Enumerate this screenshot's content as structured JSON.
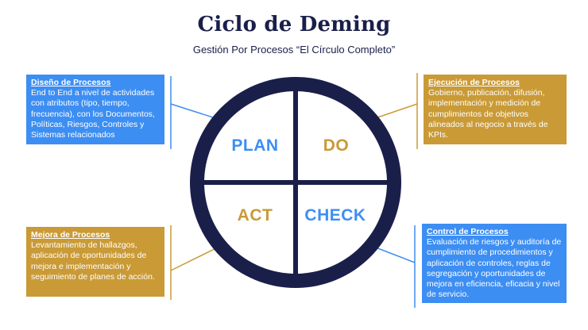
{
  "header": {
    "title": "Ciclo de Deming",
    "subtitle": "Gestión Por Procesos “El Círculo Completo”"
  },
  "quadrants": {
    "plan": "PLAN",
    "do": "DO",
    "act": "ACT",
    "check": "CHECK"
  },
  "boxes": {
    "diseno": {
      "heading": "Diseño de Procesos",
      "body": "End to End a nivel de actividades con atributos (tipo, tiempo, frecuencia), con los Documentos, Políticas, Riesgos, Controles y Sistemas relacionados"
    },
    "ejecucion": {
      "heading": "Ejecución de Procesos",
      "body": "Gobierno, publicación, difusión, implementación y medición de cumplimientos de objetivos alineados al negocio a través de KPIs."
    },
    "mejora": {
      "heading": "Mejora de Procesos",
      "body": "Levantamiento de hallazgos, aplicación de oportunidades de mejora e implementación y seguimiento de planes de acción."
    },
    "control": {
      "heading": "Control de Procesos",
      "body": "Evaluación de riesgos y auditoría de cumplimiento de procedimientos y aplicación de controles, reglas de segregación y oportunidades de mejora en eficiencia, eficacia y nivel de servicio."
    }
  },
  "colors": {
    "navy": "#1a1f4a",
    "blue": "#3d8ef2",
    "gold": "#c99a36"
  }
}
